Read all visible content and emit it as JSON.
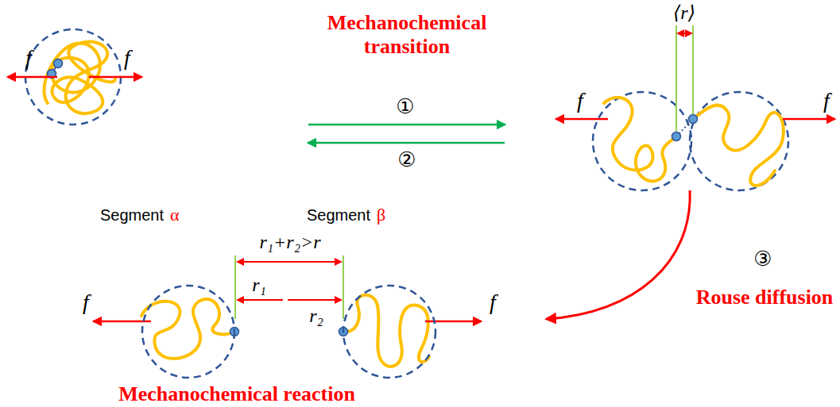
{
  "diagram": {
    "nodes": [
      {
        "text": [
          "Segment",
          "α"
        ]
      },
      {
        "text": [
          "Segment",
          "β"
        ]
      }
    ],
    "labels": [
      "f",
      "f",
      "Mechanochemical transition",
      "①",
      "②",
      "⟨r⟩",
      "f",
      "f",
      "r₁+r₂>r",
      "r₁",
      "r₂",
      "f",
      "f",
      "③",
      "Rouse diffusion",
      "Mechanochemical reaction"
    ]
  }
}
